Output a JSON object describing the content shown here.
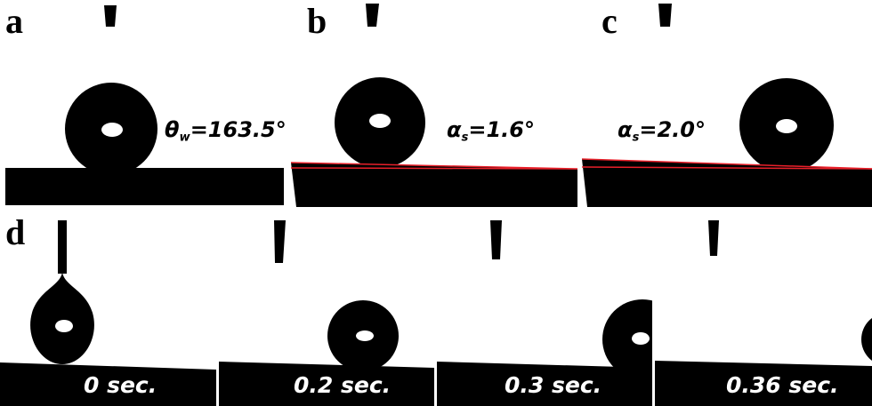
{
  "panels": {
    "a": {
      "label": "a",
      "symbol": "θ",
      "subscript": "w",
      "value": "=163.5°"
    },
    "b": {
      "label": "b",
      "symbol": "α",
      "subscript": "s",
      "value": "=1.6°"
    },
    "c": {
      "label": "c",
      "symbol": "α",
      "subscript": "s",
      "value": "=2.0°"
    },
    "d": {
      "label": "d"
    }
  },
  "sequence": [
    {
      "time": "0 sec."
    },
    {
      "time": "0.2 sec."
    },
    {
      "time": "0.3 sec."
    },
    {
      "time": "0.36 sec."
    }
  ],
  "colors": {
    "drop": "#000000",
    "surface": "#000000",
    "highlight": "#ffffff",
    "tilt_line": "#e8202a"
  }
}
